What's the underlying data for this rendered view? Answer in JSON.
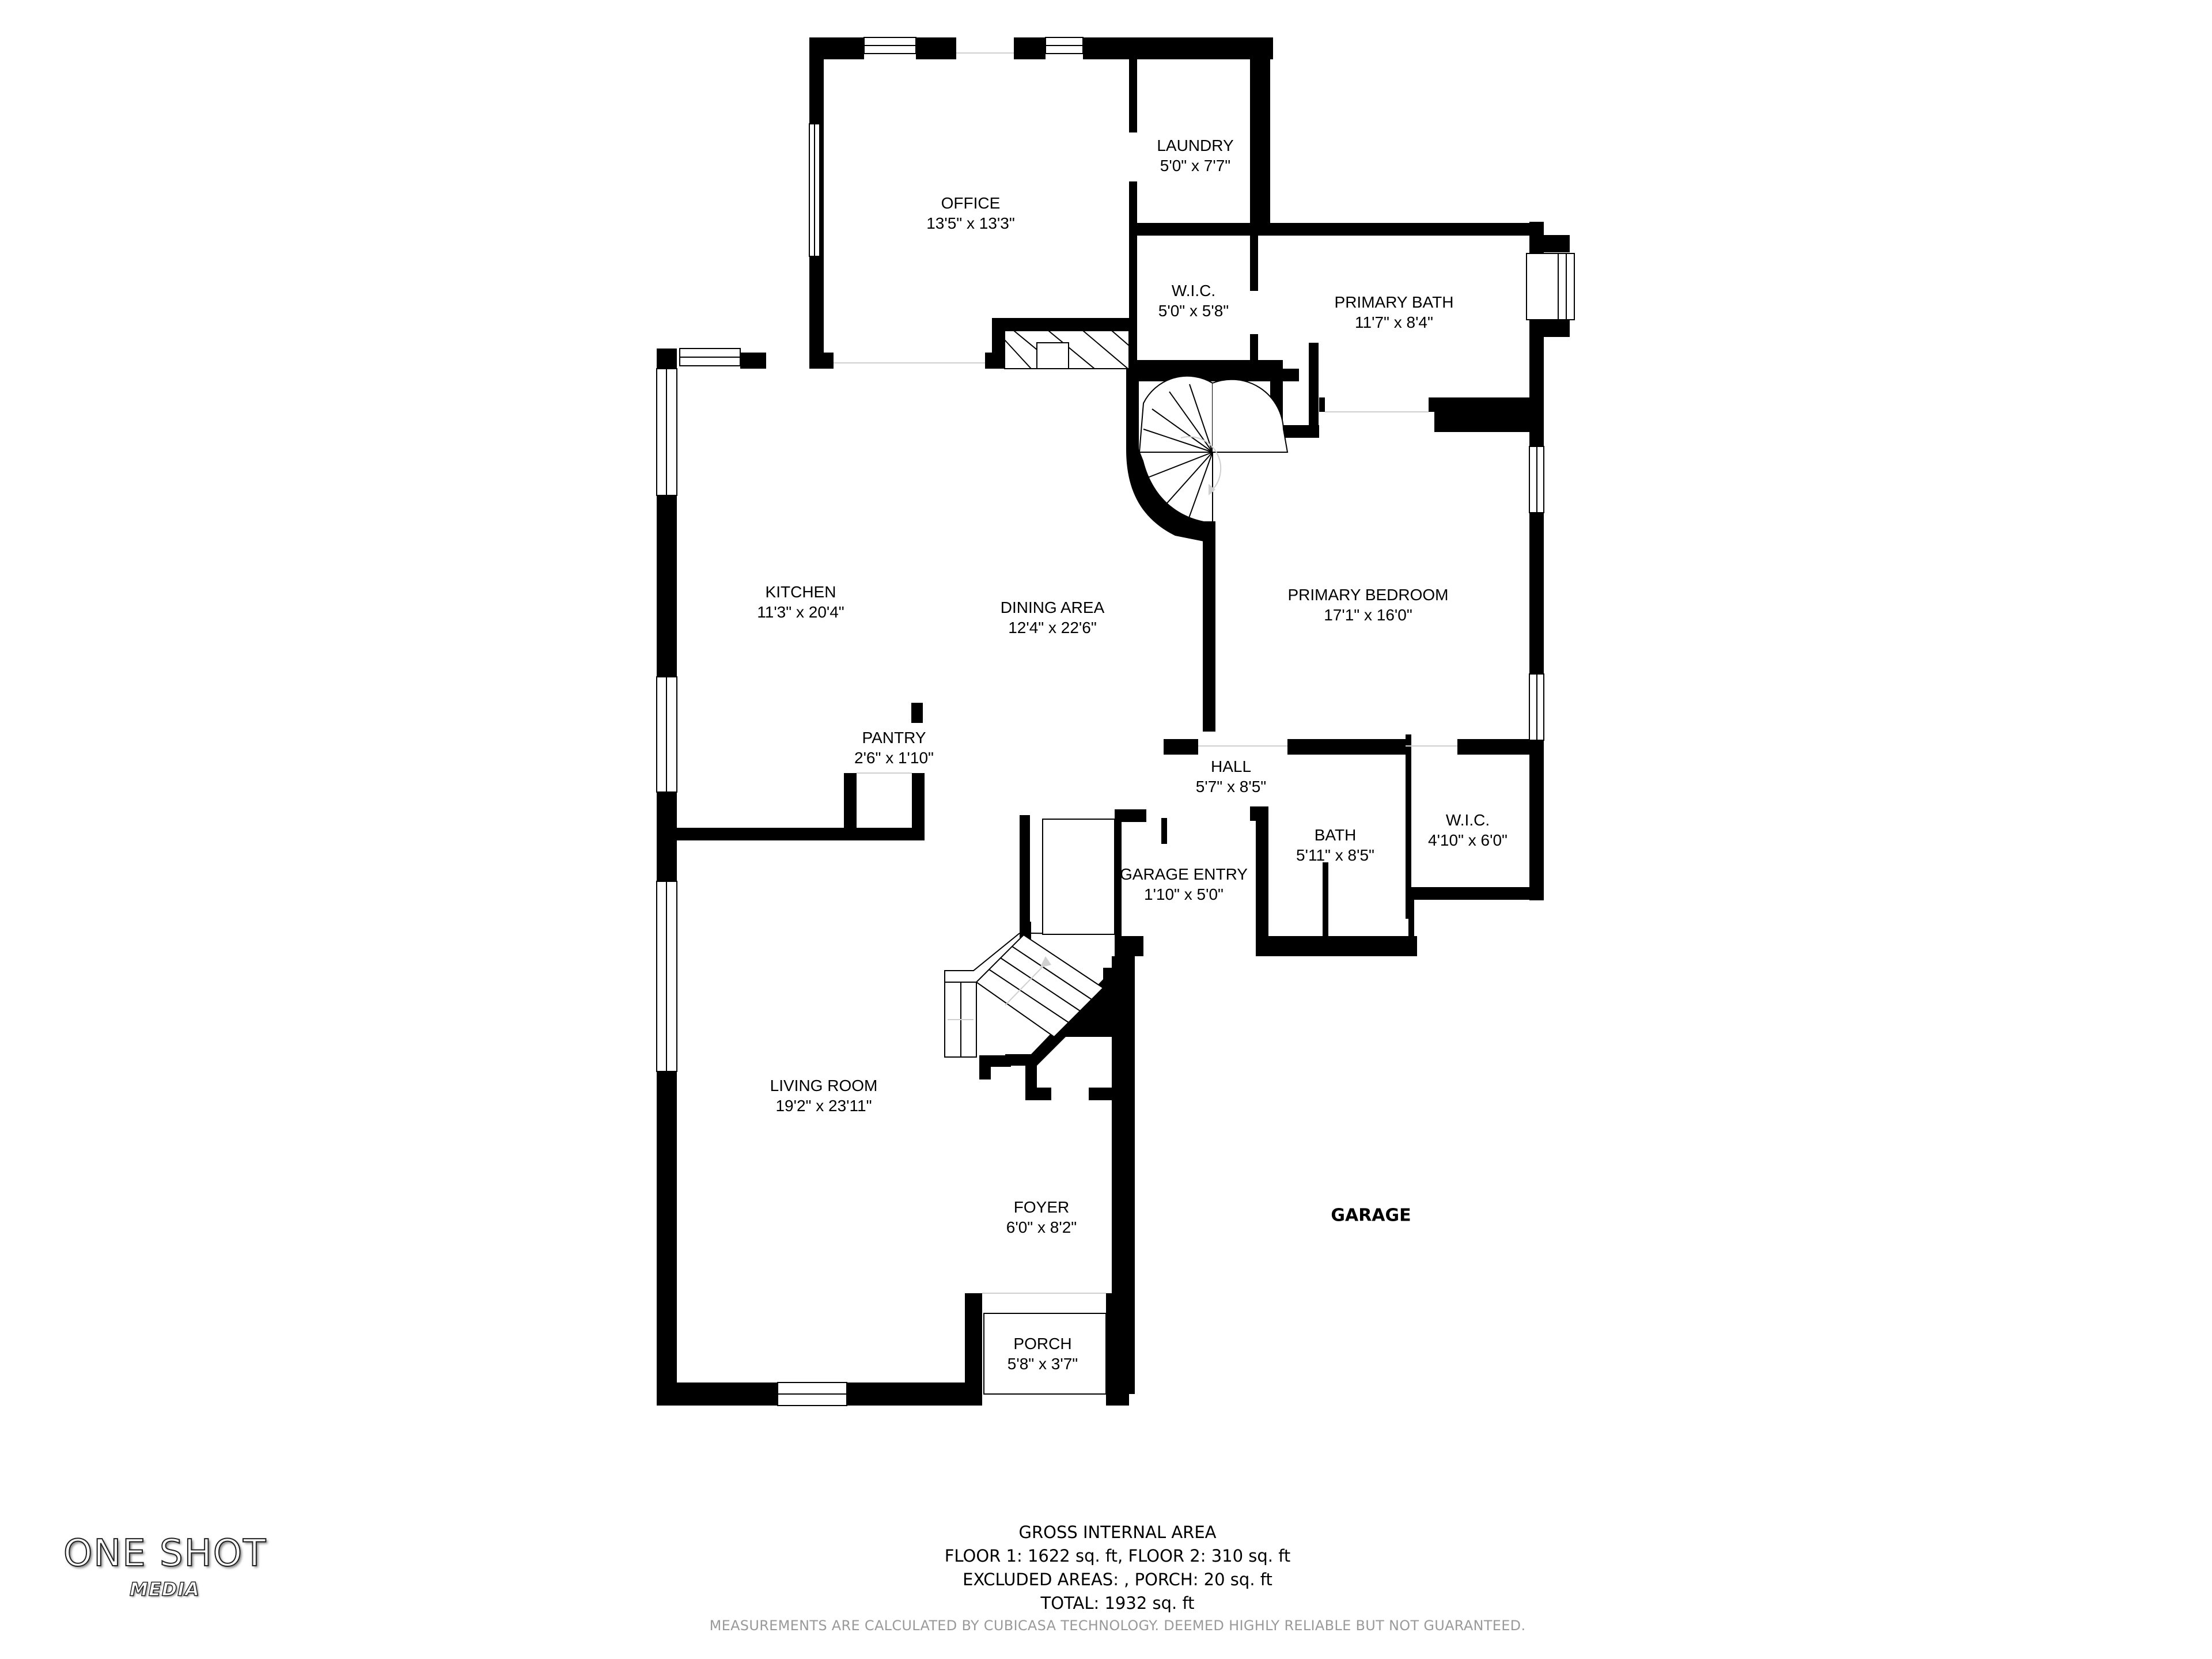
{
  "floorplan": {
    "rooms": [
      {
        "id": "office",
        "name": "OFFICE",
        "dims": "13'5\" x 13'3\""
      },
      {
        "id": "laundry",
        "name": "LAUNDRY",
        "dims": "5'0\" x 7'7\""
      },
      {
        "id": "wic_upper",
        "name": "W.I.C.",
        "dims": "5'0\" x 5'8\""
      },
      {
        "id": "primary_bath",
        "name": "PRIMARY BATH",
        "dims": "11'7\" x 8'4\""
      },
      {
        "id": "kitchen",
        "name": "KITCHEN",
        "dims": "11'3\" x 20'4\""
      },
      {
        "id": "dining_area",
        "name": "DINING AREA",
        "dims": "12'4\" x 22'6\""
      },
      {
        "id": "primary_bedroom",
        "name": "PRIMARY BEDROOM",
        "dims": "17'1\" x 16'0\""
      },
      {
        "id": "pantry",
        "name": "PANTRY",
        "dims": "2'6\" x 1'10\""
      },
      {
        "id": "hall",
        "name": "HALL",
        "dims": "5'7\" x 8'5\""
      },
      {
        "id": "bath",
        "name": "BATH",
        "dims": "5'11\" x 8'5\""
      },
      {
        "id": "wic_lower",
        "name": "W.I.C.",
        "dims": "4'10\" x 6'0\""
      },
      {
        "id": "garage_entry",
        "name": "GARAGE ENTRY",
        "dims": "1'10\" x 5'0\""
      },
      {
        "id": "living_room",
        "name": "LIVING ROOM",
        "dims": "19'2\" x 23'11\""
      },
      {
        "id": "foyer",
        "name": "FOYER",
        "dims": "6'0\" x 8'2\""
      },
      {
        "id": "porch",
        "name": "PORCH",
        "dims": "5'8\" x 3'7\""
      }
    ],
    "garage_label": "GARAGE"
  },
  "area_summary": {
    "title": "GROSS INTERNAL AREA",
    "floors": "FLOOR 1: 1622 sq. ft, FLOOR 2: 310 sq. ft",
    "excluded": "EXCLUDED AREAS: , PORCH: 20 sq. ft",
    "total": "TOTAL: 1932 sq. ft",
    "disclaimer": "MEASUREMENTS ARE CALCULATED BY CUBICASA TECHNOLOGY. DEEMED HIGHLY RELIABLE BUT NOT GUARANTEED."
  },
  "logo": {
    "brand": "ONE SHOT",
    "sub": "MEDIA"
  },
  "colors": {
    "wall": "#000000",
    "background": "#ffffff",
    "disclaimer": "#9a9a9a",
    "stair_arrow": "#d0d0d0"
  }
}
